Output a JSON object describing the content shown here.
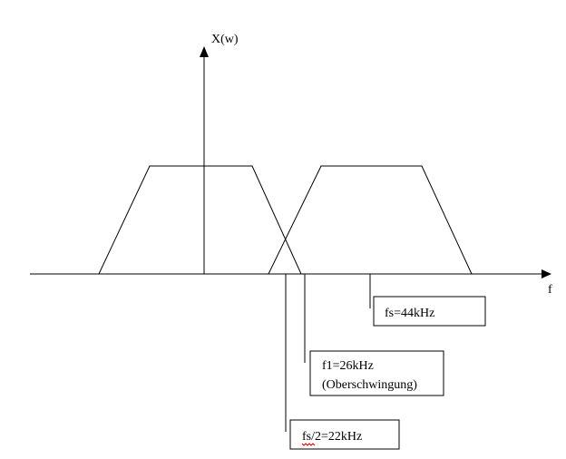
{
  "axes": {
    "y_label": "X(w)",
    "x_label": "f"
  },
  "annotations": [
    {
      "id": "fs",
      "lines": [
        "fs=44kHz"
      ]
    },
    {
      "id": "f1",
      "lines": [
        "f1=26kHz",
        "(Oberschwingung)"
      ]
    },
    {
      "id": "fs_half",
      "lines": [
        "fs/2=22kHz"
      ]
    }
  ]
}
